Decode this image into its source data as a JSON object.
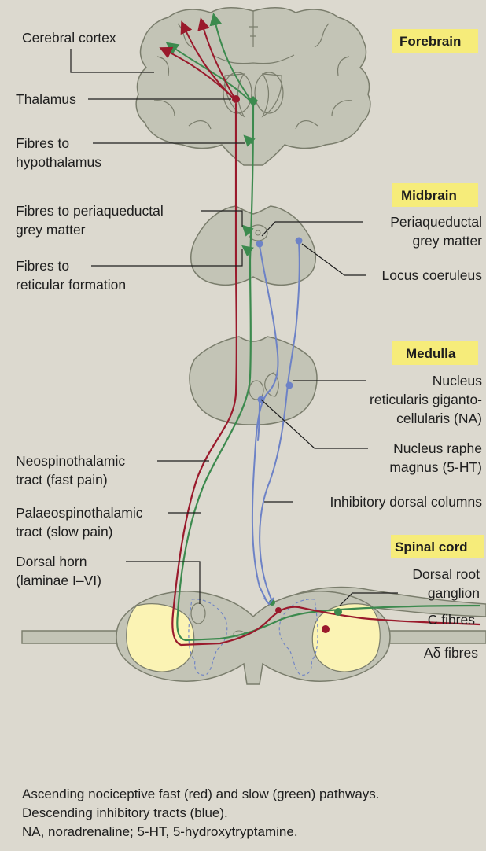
{
  "colors": {
    "background": "#dcd9cf",
    "tissue": "#c3c4b6",
    "tissue_stroke": "#7a7d6c",
    "grey_matter": "#fbf3b4",
    "fast_pain": "#9a1a2c",
    "slow_pain": "#3c8a4e",
    "inhibitory": "#6d82c6",
    "region_box": "#f6ec7a"
  },
  "regions": {
    "forebrain": "Forebrain",
    "midbrain": "Midbrain",
    "medulla": "Medulla",
    "spinal_cord": "Spinal cord"
  },
  "labels_left": {
    "cerebral_cortex": "Cerebral cortex",
    "thalamus": "Thalamus",
    "fibres_hypothalamus": [
      "Fibres to",
      "hypothalamus"
    ],
    "fibres_periaqueductal": [
      "Fibres to periaqueductal",
      "grey matter"
    ],
    "fibres_reticular": [
      "Fibres to",
      "reticular formation"
    ],
    "neospinothalamic": [
      "Neospinothalamic",
      "tract (fast pain)"
    ],
    "palaeospinothalamic": [
      "Palaeospinothalamic",
      "tract (slow pain)"
    ],
    "dorsal_horn": [
      "Dorsal horn",
      "(laminae I–VI)"
    ]
  },
  "labels_right": {
    "periaqueductal": [
      "Periaqueductal",
      "grey matter"
    ],
    "locus_coeruleus": "Locus coeruleus",
    "nucleus_reticularis": [
      "Nucleus",
      "reticularis giganto-",
      "cellularis (NA)"
    ],
    "nucleus_raphe": [
      "Nucleus raphe",
      "magnus (5-HT)"
    ],
    "inhibitory_columns": "Inhibitory dorsal columns",
    "dorsal_root_ganglion": [
      "Dorsal root",
      "ganglion"
    ],
    "c_fibres": "C fibres",
    "a_delta_fibres": "Aδ fibres"
  },
  "caption": [
    "Ascending nociceptive fast (red) and slow (green) pathways.",
    "Descending inhibitory tracts (blue).",
    "NA, noradrenaline; 5-HT, 5-hydroxytryptamine."
  ]
}
